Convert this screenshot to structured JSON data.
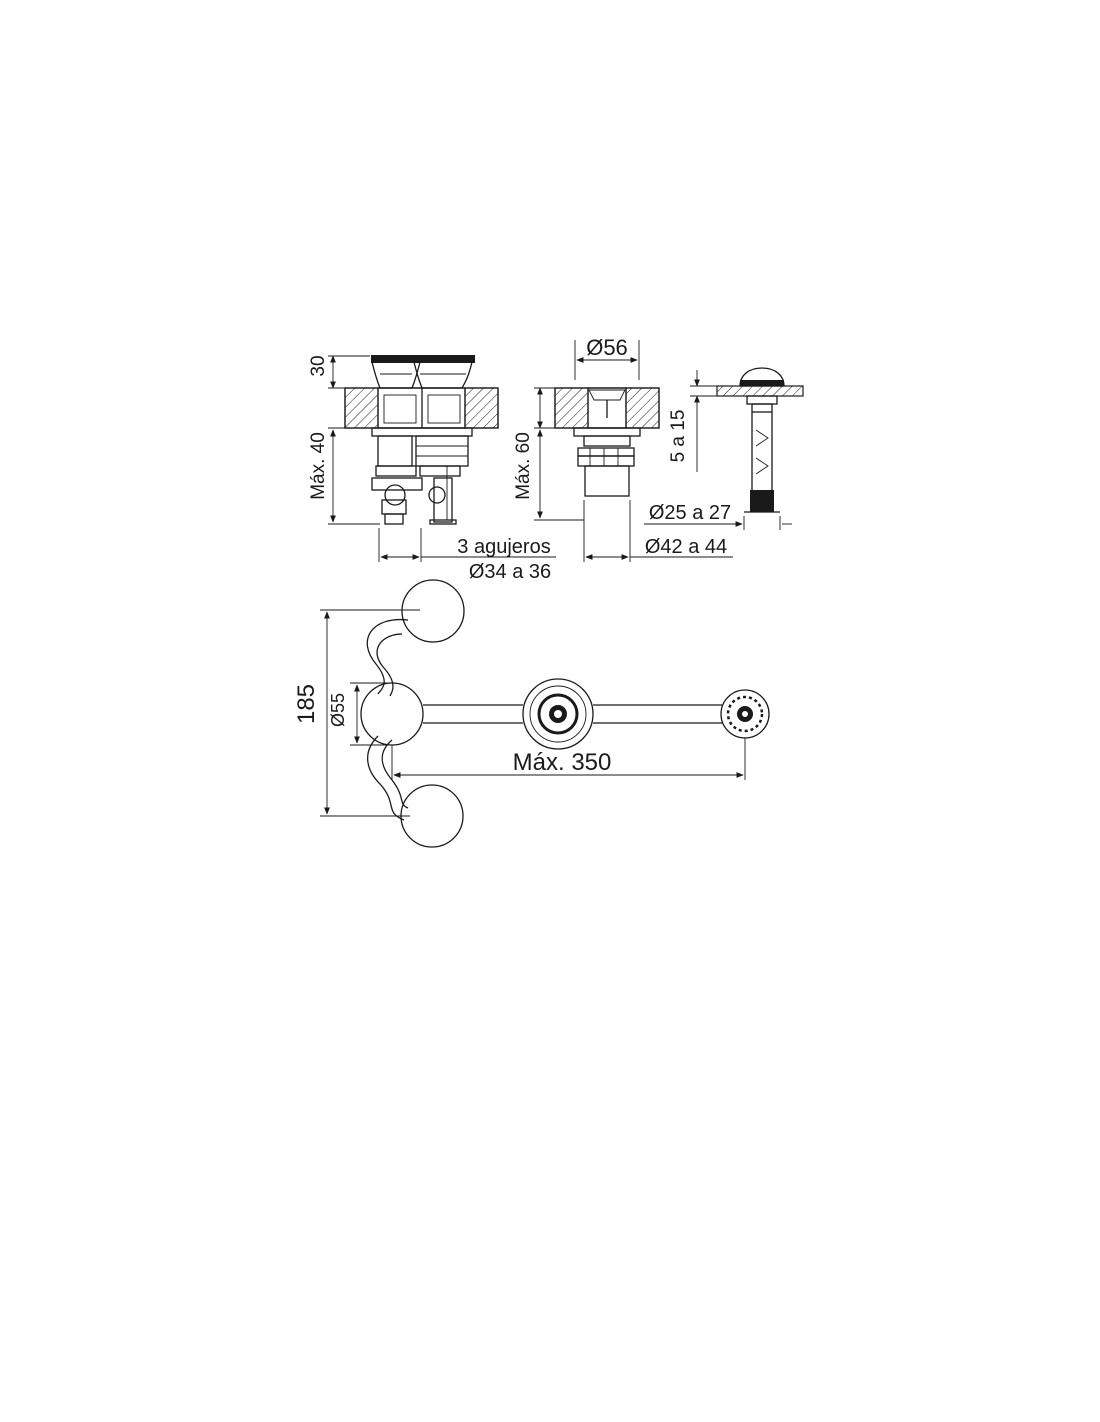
{
  "dimensions": {
    "deck_thickness": "30",
    "max_under_left": "Máx. 40",
    "holes_count": "3 agujeros",
    "holes_diameter": "Ø34 a 36",
    "spout_diameter": "Ø56",
    "max_under_center": "Máx. 60",
    "hole_center": "Ø42 a 44",
    "deck_range_right": "5 a 15",
    "diverter_diameter": "Ø25 a 27",
    "spread_height": "185",
    "handle_diameter": "Ø55",
    "max_length": "Máx. 350"
  },
  "colors": {
    "line": "#1a1a1a",
    "background": "#ffffff"
  }
}
